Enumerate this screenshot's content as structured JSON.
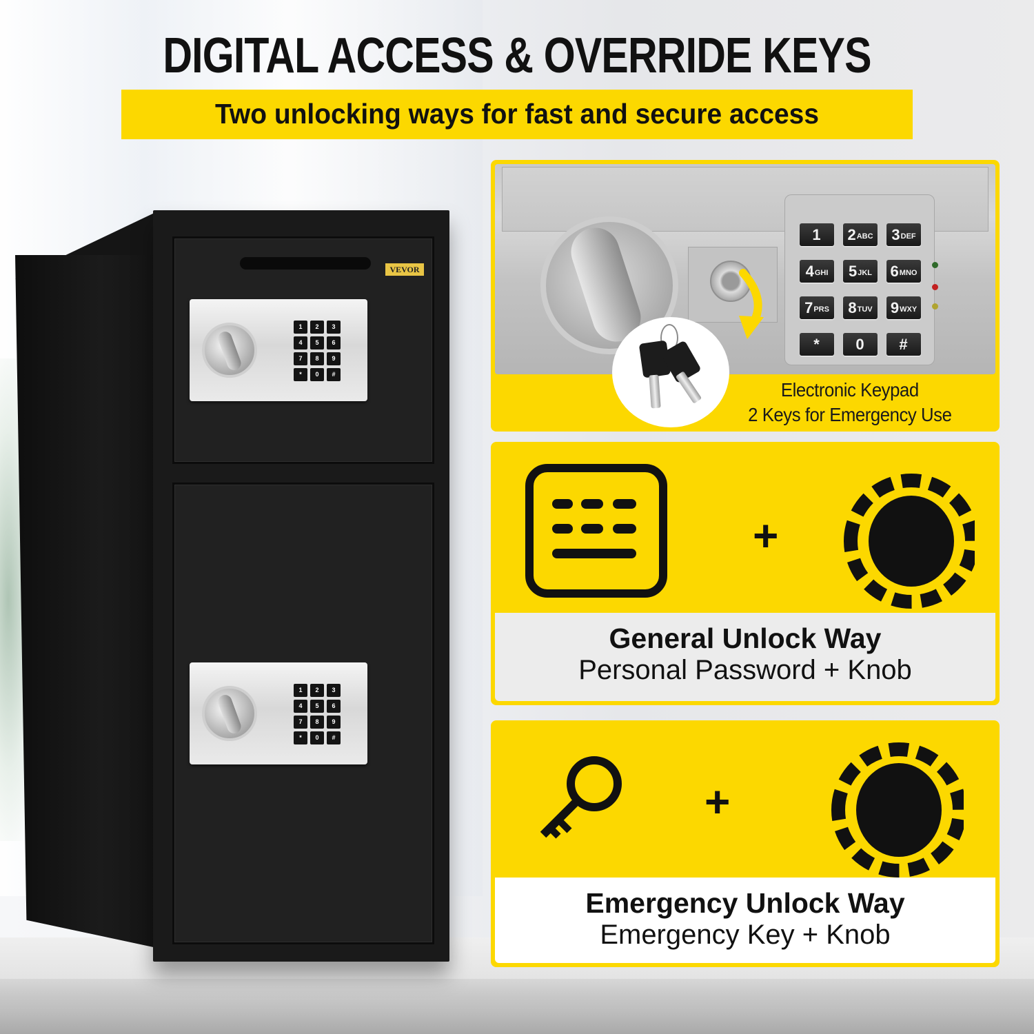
{
  "header": {
    "title": "DIGITAL ACCESS & OVERRIDE KEYS",
    "subtitle": "Two unlocking ways for fast and secure access"
  },
  "product": {
    "brand_label": "VEVOR",
    "mini_keypad_keys": [
      "1",
      "2",
      "3",
      "4",
      "5",
      "6",
      "7",
      "8",
      "9",
      "*",
      "0",
      "#"
    ]
  },
  "keypad_panel": {
    "keys": [
      {
        "digit": "1",
        "letters": ""
      },
      {
        "digit": "2",
        "letters": "ABC"
      },
      {
        "digit": "3",
        "letters": "DEF"
      },
      {
        "digit": "4",
        "letters": "GHI"
      },
      {
        "digit": "5",
        "letters": "JKL"
      },
      {
        "digit": "6",
        "letters": "MNO"
      },
      {
        "digit": "7",
        "letters": "PRS"
      },
      {
        "digit": "8",
        "letters": "TUV"
      },
      {
        "digit": "9",
        "letters": "WXY"
      },
      {
        "digit": "*",
        "letters": ""
      },
      {
        "digit": "0",
        "letters": ""
      },
      {
        "digit": "#",
        "letters": ""
      }
    ],
    "leds": [
      "green",
      "red",
      "yellow"
    ],
    "caption_line1": "Electronic Keypad",
    "caption_line2": "2 Keys for Emergency Use"
  },
  "general_unlock": {
    "left_icon": "keypad-icon",
    "operator": "+",
    "right_icon": "knob-icon",
    "title": "General Unlock Way",
    "description": "Personal Password + Knob"
  },
  "emergency_unlock": {
    "left_icon": "key-icon",
    "operator": "+",
    "right_icon": "knob-icon",
    "title": "Emergency Unlock Way",
    "description": "Emergency Key + Knob"
  },
  "colors": {
    "accent_yellow": "#fcd800",
    "text_dark": "#111111",
    "safe_black": "#1a1a1a"
  }
}
